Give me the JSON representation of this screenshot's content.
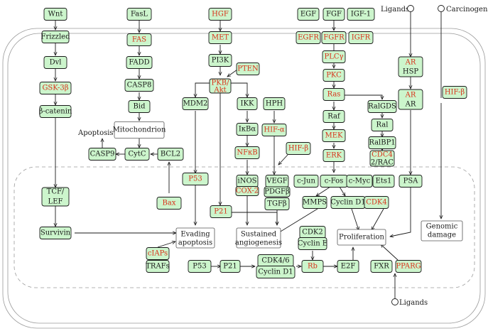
{
  "colors": {
    "node_fill": "#ccf5cc",
    "node_border": "#1a1a1a",
    "highlight_text": "#d9321a",
    "membrane": "#9a9a9a"
  },
  "nodes": [
    {
      "id": "wnt",
      "label": "Wnt",
      "color": "black"
    },
    {
      "id": "frizzled",
      "label": "Frizzled",
      "color": "black"
    },
    {
      "id": "dvl",
      "label": "Dvl",
      "color": "black"
    },
    {
      "id": "gsk3b",
      "label": "GSK-3β",
      "color": "red"
    },
    {
      "id": "bcatenin",
      "label": "β-catenin",
      "color": "black"
    },
    {
      "id": "tcf1",
      "label": "TCF/",
      "color": "black"
    },
    {
      "id": "tcf2",
      "label": "LEF",
      "color": "black"
    },
    {
      "id": "survivin",
      "label": "Survivin",
      "color": "black"
    },
    {
      "id": "fasl",
      "label": "FasL",
      "color": "black"
    },
    {
      "id": "fas",
      "label": "FAS",
      "color": "red"
    },
    {
      "id": "fadd",
      "label": "FADD",
      "color": "black"
    },
    {
      "id": "casp8",
      "label": "CASP8",
      "color": "black"
    },
    {
      "id": "bid",
      "label": "Bid",
      "color": "black"
    },
    {
      "id": "mito",
      "label": "Mitochondrion",
      "color": "black",
      "style": "white"
    },
    {
      "id": "cytc",
      "label": "CytC",
      "color": "black"
    },
    {
      "id": "casp9",
      "label": "CASP9",
      "color": "black"
    },
    {
      "id": "bcl2",
      "label": "BCL2",
      "color": "black"
    },
    {
      "id": "bax",
      "label": "Bax",
      "color": "red"
    },
    {
      "id": "hgf",
      "label": "HGF",
      "color": "red"
    },
    {
      "id": "met",
      "label": "MET",
      "color": "red"
    },
    {
      "id": "pi3k",
      "label": "PI3K",
      "color": "black"
    },
    {
      "id": "pten",
      "label": "PTEN",
      "color": "red"
    },
    {
      "id": "pkb1",
      "label": "PKB/",
      "color": "red"
    },
    {
      "id": "pkb2",
      "label": "Akt",
      "color": "red"
    },
    {
      "id": "mdm2",
      "label": "MDM2",
      "color": "black"
    },
    {
      "id": "p53a",
      "label": "P53",
      "color": "red"
    },
    {
      "id": "ikk",
      "label": "IKK",
      "color": "black"
    },
    {
      "id": "ikba",
      "label": "IκBα",
      "color": "black"
    },
    {
      "id": "nfkb",
      "label": "NFκB",
      "color": "red"
    },
    {
      "id": "inos",
      "label": "iNOS",
      "color": "black"
    },
    {
      "id": "cox2",
      "label": "COX-2",
      "color": "red"
    },
    {
      "id": "p21a",
      "label": "P21",
      "color": "red"
    },
    {
      "id": "hph",
      "label": "HPH",
      "color": "black"
    },
    {
      "id": "hif1a",
      "label": "HIF-α",
      "color": "red"
    },
    {
      "id": "hif1b",
      "label": "HIF-β",
      "color": "red"
    },
    {
      "id": "vegf",
      "label": "VEGF",
      "color": "black"
    },
    {
      "id": "pdgfb",
      "label": "PDGFβ",
      "color": "black"
    },
    {
      "id": "tgfb",
      "label": "TGFβ",
      "color": "black"
    },
    {
      "id": "egf",
      "label": "EGF",
      "color": "black"
    },
    {
      "id": "fgf",
      "label": "FGF",
      "color": "black"
    },
    {
      "id": "igf1",
      "label": "IGF-1",
      "color": "black"
    },
    {
      "id": "egfr",
      "label": "EGFR",
      "color": "red"
    },
    {
      "id": "fgfr",
      "label": "FGFR",
      "color": "red"
    },
    {
      "id": "igfr",
      "label": "IGFR",
      "color": "red"
    },
    {
      "id": "plcg",
      "label": "PLCγ",
      "color": "red"
    },
    {
      "id": "pkc",
      "label": "PKC",
      "color": "red"
    },
    {
      "id": "ras",
      "label": "Ras",
      "color": "red"
    },
    {
      "id": "raf",
      "label": "Raf",
      "color": "black"
    },
    {
      "id": "mek",
      "label": "MEK",
      "color": "red"
    },
    {
      "id": "erk",
      "label": "ERK",
      "color": "red"
    },
    {
      "id": "ralgds",
      "label": "RalGDS",
      "color": "black"
    },
    {
      "id": "ral",
      "label": "Ral",
      "color": "black"
    },
    {
      "id": "ralbp1",
      "label": "RalBP1",
      "color": "black"
    },
    {
      "id": "cdc42a",
      "label": "CDC4",
      "color": "red"
    },
    {
      "id": "cdc42b",
      "label": "2/RAC",
      "color": "black"
    },
    {
      "id": "cjun",
      "label": "c-Jun",
      "color": "black"
    },
    {
      "id": "cfos",
      "label": "c-Fos",
      "color": "black"
    },
    {
      "id": "cmyc",
      "label": "c-Myc",
      "color": "black"
    },
    {
      "id": "ets1",
      "label": "Ets1",
      "color": "black"
    },
    {
      "id": "mmps",
      "label": "MMPS",
      "color": "black"
    },
    {
      "id": "cycd1a",
      "label": "Cyclin D1",
      "color": "black"
    },
    {
      "id": "cdk4",
      "label": "CDK4",
      "color": "red"
    },
    {
      "id": "ar1",
      "label": "AR",
      "color": "red"
    },
    {
      "id": "hsp",
      "label": "HSP",
      "color": "black"
    },
    {
      "id": "ar2",
      "label": "AR",
      "color": "red"
    },
    {
      "id": "ar3",
      "label": "AR",
      "color": "black"
    },
    {
      "id": "psa",
      "label": "PSA",
      "color": "black"
    },
    {
      "id": "hifb2",
      "label": "HIF-β",
      "color": "red"
    },
    {
      "id": "ciaps",
      "label": "cIAPs",
      "color": "red"
    },
    {
      "id": "trafs",
      "label": "TRAFs",
      "color": "black"
    },
    {
      "id": "p53b",
      "label": "P53",
      "color": "black"
    },
    {
      "id": "p21b",
      "label": "P21",
      "color": "black"
    },
    {
      "id": "cdk46",
      "label": "CDK4/6",
      "color": "black"
    },
    {
      "id": "cycd1b",
      "label": "Cyclin D1",
      "color": "black"
    },
    {
      "id": "cdk2",
      "label": "CDK2",
      "color": "black"
    },
    {
      "id": "cyce",
      "label": "Cyclin E",
      "color": "black"
    },
    {
      "id": "rb",
      "label": "Rb",
      "color": "red"
    },
    {
      "id": "e2f",
      "label": "E2F",
      "color": "black"
    },
    {
      "id": "fxr",
      "label": "FXR",
      "color": "black"
    },
    {
      "id": "pparg",
      "label": "PPARG",
      "color": "red"
    },
    {
      "id": "evading1",
      "label": "Evading",
      "color": "black",
      "style": "white"
    },
    {
      "id": "evading2",
      "label": "apoptosis",
      "color": "black",
      "style": "white"
    },
    {
      "id": "sustained1",
      "label": "Sustained",
      "color": "black",
      "style": "white"
    },
    {
      "id": "sustained2",
      "label": "angiogenesis",
      "color": "black",
      "style": "white"
    },
    {
      "id": "prolif",
      "label": "Proliferation",
      "color": "black",
      "style": "white"
    },
    {
      "id": "genomic1",
      "label": "Genomic",
      "color": "black",
      "style": "white"
    },
    {
      "id": "genomic2",
      "label": "damage",
      "color": "black",
      "style": "white"
    }
  ],
  "free_labels": [
    {
      "id": "apoptosis",
      "label": "Apoptosis"
    },
    {
      "id": "ligands_top",
      "label": "Ligands"
    },
    {
      "id": "carcinogens",
      "label": "Carcinogens"
    },
    {
      "id": "ligands_bottom",
      "label": "Ligands"
    }
  ]
}
